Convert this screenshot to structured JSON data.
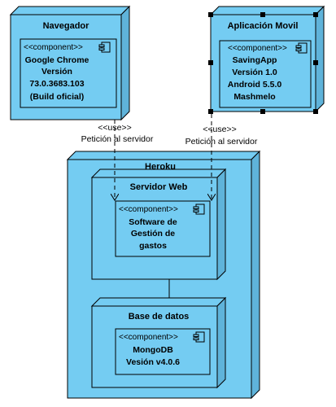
{
  "colors": {
    "node_fill": "#74CCF2",
    "node_side": "#5FB3DA",
    "stroke": "#000000",
    "handle": "#000000"
  },
  "nodes": {
    "navegador": {
      "title": "Navegador",
      "component": {
        "stereotype": "<<component>>",
        "lines": [
          "Google Chrome",
          "Versión",
          "73.0.3683.103",
          "(Build oficial)"
        ]
      }
    },
    "aplicacion_movil": {
      "title": "Aplicación Movil",
      "selected": true,
      "component": {
        "stereotype": "<<component>>",
        "lines": [
          "SavingApp",
          "Versión 1.0",
          "Android 5.5.0",
          "Mashmelo"
        ]
      }
    },
    "heroku": {
      "title": "Heroku",
      "servidor_web": {
        "title": "Servidor Web",
        "component": {
          "stereotype": "<<component>>",
          "lines": [
            "Software de",
            "Gestión de",
            "gastos"
          ]
        }
      },
      "base_de_datos": {
        "title": "Base de datos",
        "component": {
          "stereotype": "<<component>>",
          "lines": [
            "MongoDB",
            "Vesión v4.0.6"
          ]
        }
      }
    }
  },
  "connectors": [
    {
      "stereotype": "<<use>>",
      "label": "Petición al servidor"
    },
    {
      "stereotype": "<<use>>",
      "label": "Petición al servidor"
    }
  ]
}
